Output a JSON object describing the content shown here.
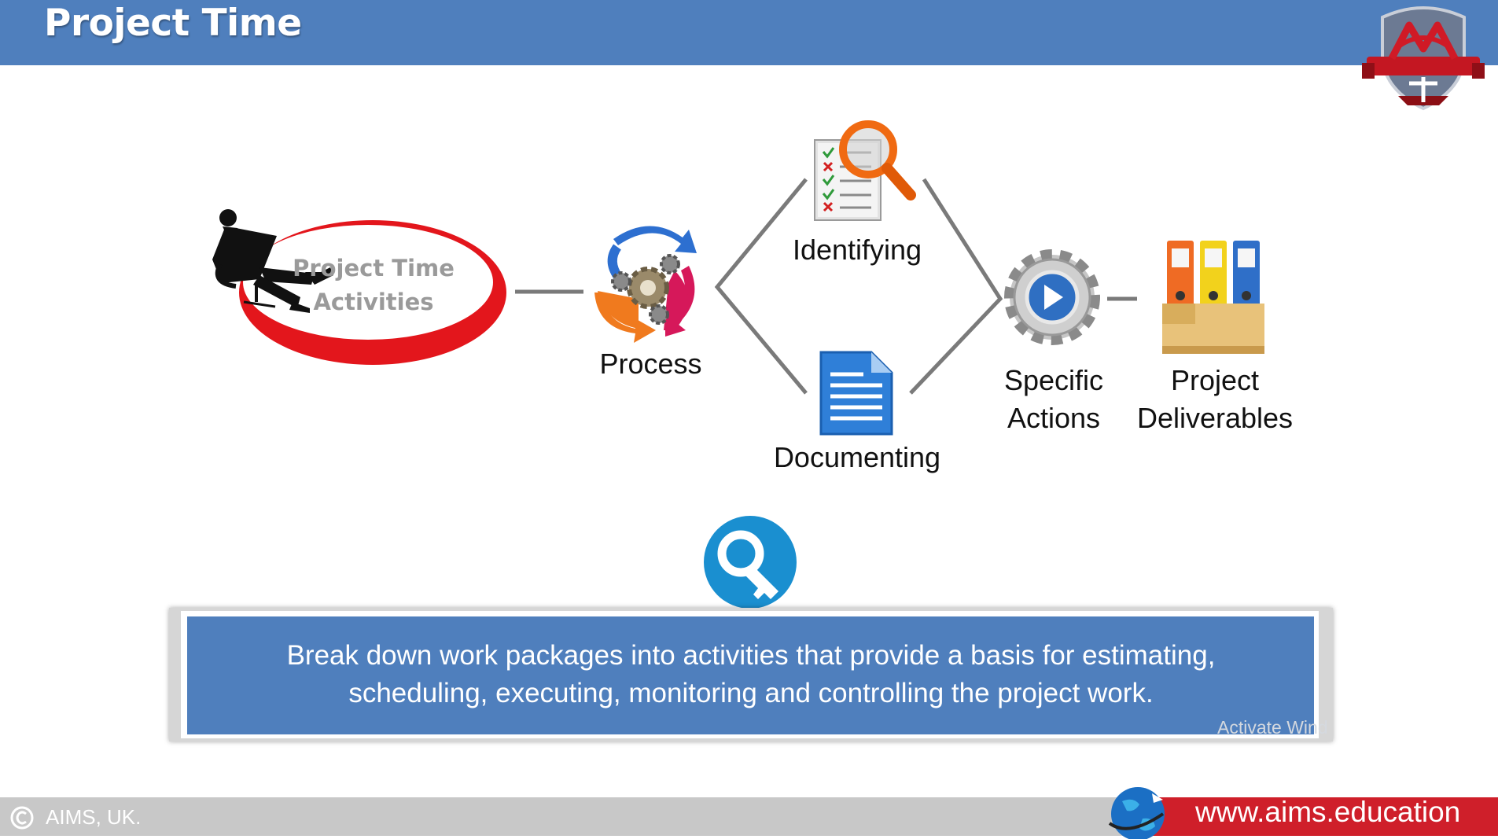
{
  "header": {
    "title": "Project Time"
  },
  "diagram": {
    "center_node": "Project Time Activities",
    "center_line1": "Project Time",
    "center_line2": "Activities",
    "process_label": "Process",
    "identifying_label": "Identifying",
    "documenting_label": "Documenting",
    "specific_line1": "Specific",
    "specific_line2": "Actions",
    "deliverables_line1": "Project",
    "deliverables_line2": "Deliverables"
  },
  "definition": {
    "line1": "Break down work packages into activities that provide a basis for estimating,",
    "line2": "scheduling, executing, monitoring and controlling the project work."
  },
  "watermark": "Activate Wind",
  "footer": {
    "copyright": "AIMS, UK.",
    "url": "www.aims.education"
  },
  "colors": {
    "header": "#4f7fbd",
    "accent_red": "#cf1f2a",
    "oval_red": "#e3161c",
    "key_blue": "#1a8fd0"
  },
  "icons": [
    "logo-shield-icon",
    "businessman-chair-icon",
    "process-cycle-icon",
    "checklist-magnifier-icon",
    "document-icon",
    "gear-play-icon",
    "binders-icon",
    "key-icon",
    "copyright-icon",
    "globe-icon"
  ]
}
